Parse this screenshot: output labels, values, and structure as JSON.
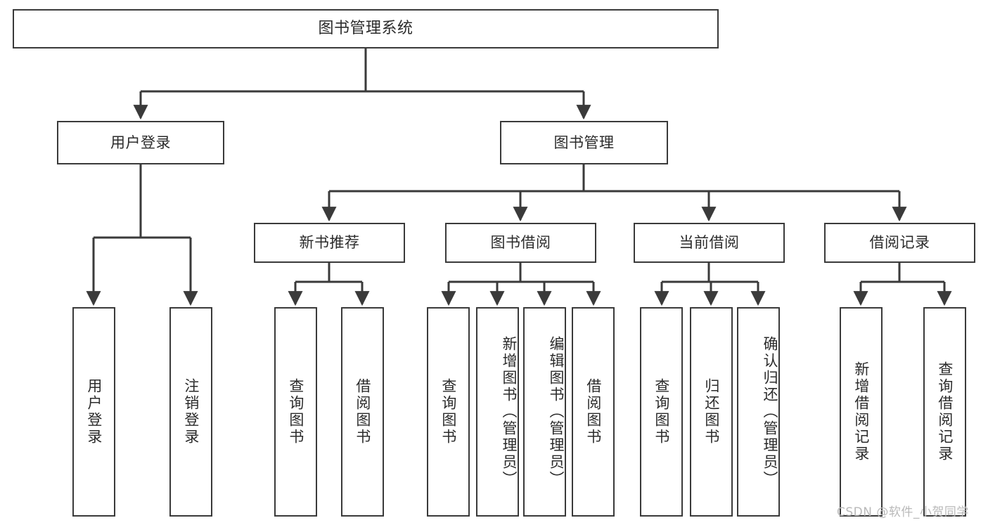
{
  "diagram": {
    "title": "图书管理系统",
    "type": "tree-hierarchy-diagram",
    "background_color": "#ffffff",
    "box_border_color": "#3a3a3a",
    "text_color": "#2b2b2b",
    "connector_color": "#3a3a3a",
    "root": {
      "label": "图书管理系统"
    },
    "level2": [
      {
        "label": "用户登录"
      },
      {
        "label": "图书管理"
      }
    ],
    "level3": [
      {
        "label": "新书推荐"
      },
      {
        "label": "图书借阅"
      },
      {
        "label": "当前借阅"
      },
      {
        "label": "借阅记录"
      }
    ],
    "leaves": {
      "user_login": [
        {
          "label": "用户登录"
        },
        {
          "label": "注销登录"
        }
      ],
      "new_book_recommend": [
        {
          "label": "查询图书"
        },
        {
          "label": "借阅图书"
        }
      ],
      "book_borrow": [
        {
          "label": "查询图书"
        },
        {
          "label": "新增图书（管理员）"
        },
        {
          "label": "编辑图书（管理员）"
        },
        {
          "label": "借阅图书"
        }
      ],
      "current_borrow": [
        {
          "label": "查询图书"
        },
        {
          "label": "归还图书"
        },
        {
          "label": "确认归还（管理员）"
        }
      ],
      "borrow_record": [
        {
          "label": "新增借阅记录"
        },
        {
          "label": "查询借阅记录"
        }
      ]
    }
  },
  "watermark": {
    "text": "CSDN @软件_小贺同学"
  }
}
